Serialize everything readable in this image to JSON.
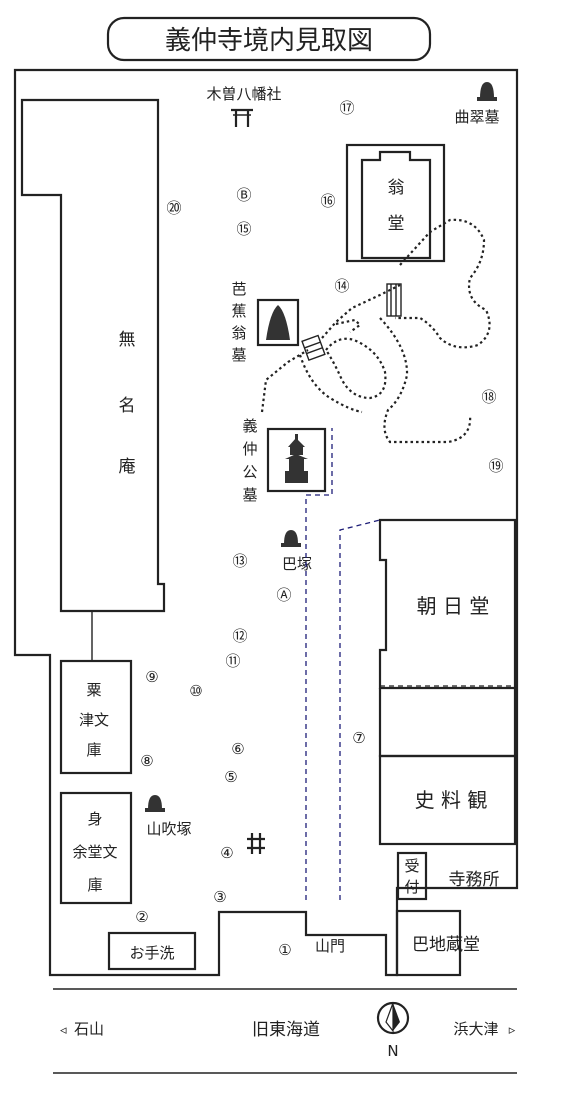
{
  "title": "義仲寺境内見取図",
  "buildings": {
    "mumyoan": [
      "無",
      "名",
      "庵"
    ],
    "okinado": [
      "翁",
      "堂"
    ],
    "asahido": "朝 日 堂",
    "shiryokan": "史 料 観",
    "awazu_bunko": [
      "粟",
      "津文",
      "庫"
    ],
    "shinyodo_bunko": [
      "身",
      "余堂文",
      "庫"
    ],
    "otearai": "お手洗",
    "jimusho": "寺務所",
    "uketsuke": [
      "受",
      "付"
    ],
    "tomoe_jizodo": "巴地蔵堂"
  },
  "landmarks": {
    "kiso_hachimansha": "木曽八幡社",
    "kyokusui_haka": "曲翠墓",
    "basho_haka": [
      "芭",
      "蕉",
      "翁",
      "墓"
    ],
    "yoshinaka_haka": [
      "義",
      "仲",
      "公",
      "墓"
    ],
    "tomoezuka": "巴塚",
    "yamabukizuka": "山吹塚",
    "sanmon": "山門"
  },
  "markers": {
    "n1": "①",
    "n2": "②",
    "n3": "③",
    "n4": "④",
    "n5": "⑤",
    "n6": "⑥",
    "n7": "⑦",
    "n8": "⑧",
    "n9": "⑨",
    "n10": "⑩",
    "n11": "⑪",
    "n12": "⑫",
    "n13": "⑬",
    "n14": "⑭",
    "n15": "⑮",
    "n16": "⑯",
    "n17": "⑰",
    "n18": "⑱",
    "n19": "⑲",
    "n20": "⑳",
    "a": "Ⓐ",
    "b": "Ⓑ"
  },
  "road": {
    "name": "旧東海道",
    "west": "石山",
    "east": "浜大津",
    "west_arrow": "◃",
    "east_arrow": "▹"
  },
  "compass": {
    "north": "N"
  },
  "icons": [
    "torii-icon",
    "tomb-icon",
    "stone-lantern-icon",
    "compass-icon",
    "bridge-icon"
  ],
  "colors": {
    "ink": "#222222",
    "path_blue": "#1e1e78"
  }
}
